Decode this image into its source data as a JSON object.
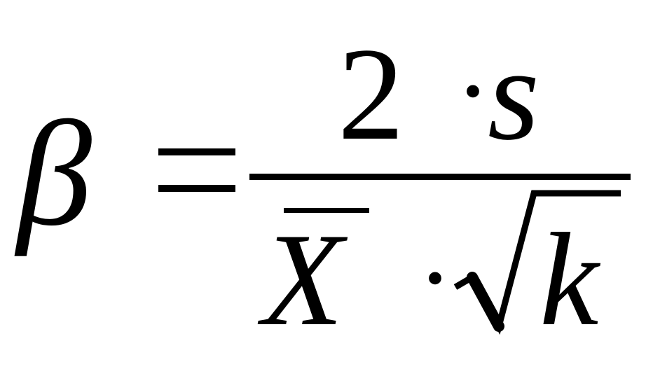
{
  "formula": {
    "lhs": "β",
    "equals": "=",
    "numerator": {
      "coefficient": "2",
      "operator": "·",
      "variable": "s"
    },
    "denominator": {
      "variable": "X",
      "operator": "·",
      "radicand": "k"
    }
  }
}
